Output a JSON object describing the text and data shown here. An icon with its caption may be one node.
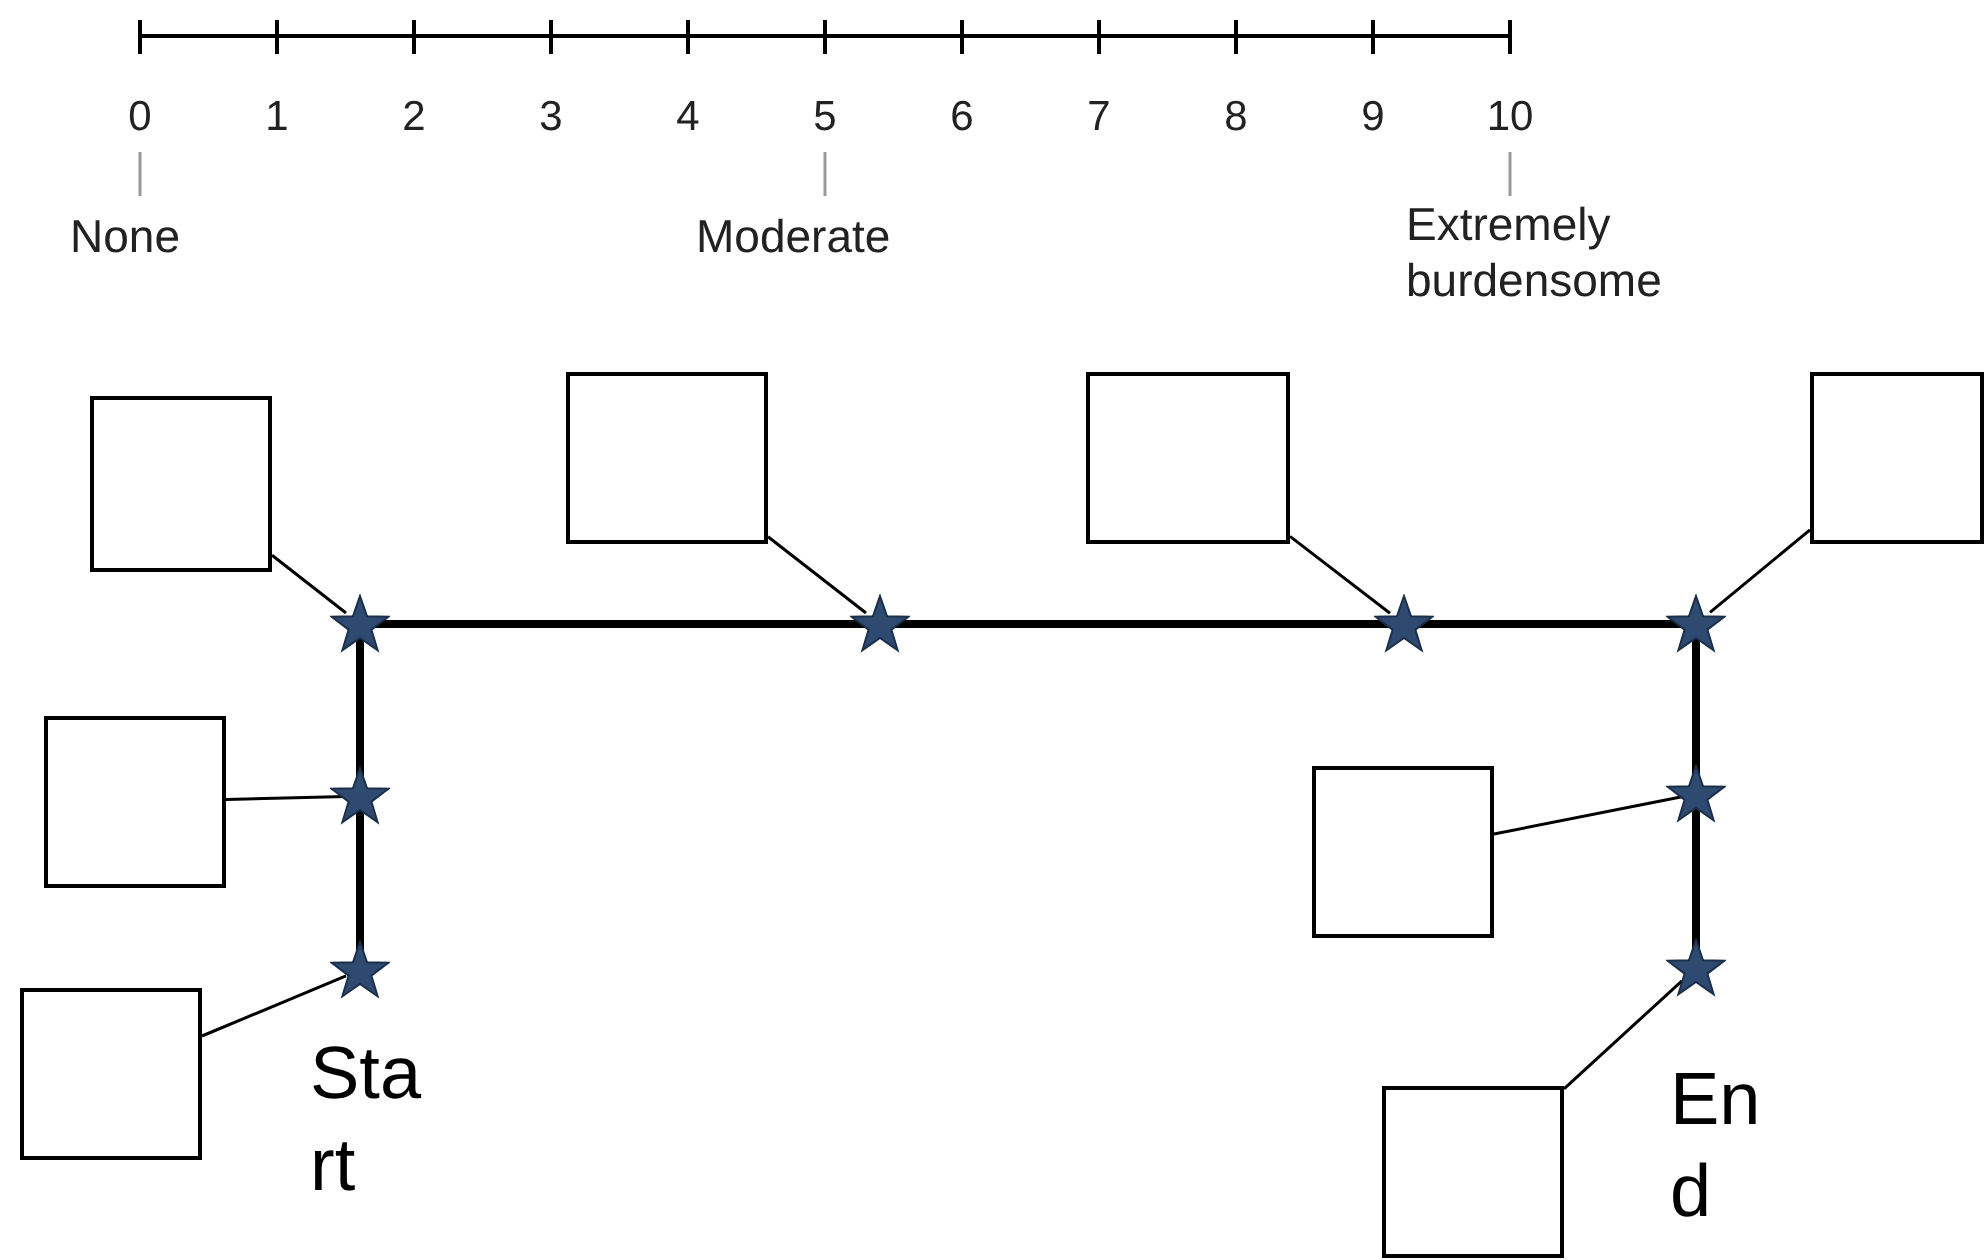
{
  "diagram": {
    "nodes": [
      {
        "text": [],
        "shape": "box"
      },
      {
        "text": [],
        "shape": "box"
      },
      {
        "text": [],
        "shape": "box"
      },
      {
        "text": [],
        "shape": "box"
      },
      {
        "text": [],
        "shape": "star"
      },
      {
        "text": [],
        "shape": "star"
      },
      {
        "text": [],
        "shape": "star"
      },
      {
        "text": [],
        "shape": "star"
      },
      {
        "text": [],
        "shape": "box"
      },
      {
        "text": [],
        "shape": "star"
      },
      {
        "text": [],
        "shape": "box"
      },
      {
        "text": [],
        "shape": "star"
      },
      {
        "text": [],
        "shape": "star",
        "beside": [
          "Start"
        ]
      },
      {
        "text": [],
        "shape": "box"
      },
      {
        "text": [],
        "shape": "star",
        "beside": [
          "End"
        ]
      },
      {
        "text": [],
        "shape": "box"
      }
    ],
    "edges": [
      {
        "from": 12,
        "to": 9,
        "arrow": "none",
        "style": "thick"
      },
      {
        "from": 9,
        "to": 4,
        "arrow": "none",
        "style": "thick"
      },
      {
        "from": 4,
        "to": 5,
        "arrow": "none",
        "style": "thick"
      },
      {
        "from": 5,
        "to": 6,
        "arrow": "none",
        "style": "thick"
      },
      {
        "from": 6,
        "to": 7,
        "arrow": "none",
        "style": "thick"
      },
      {
        "from": 7,
        "to": 11,
        "arrow": "none",
        "style": "thick"
      },
      {
        "from": 11,
        "to": 14,
        "arrow": "none",
        "style": "thick"
      },
      {
        "from": 0,
        "to": 4,
        "arrow": "none"
      },
      {
        "from": 1,
        "to": 5,
        "arrow": "none"
      },
      {
        "from": 2,
        "to": 6,
        "arrow": "none"
      },
      {
        "from": 3,
        "to": 7,
        "arrow": "none"
      },
      {
        "from": 8,
        "to": 9,
        "arrow": "none"
      },
      {
        "from": 10,
        "to": 11,
        "arrow": "none"
      },
      {
        "from": 13,
        "to": 12,
        "arrow": "none"
      },
      {
        "from": 15,
        "to": 14,
        "arrow": "none"
      }
    ],
    "labels": [
      "0",
      "1",
      "2",
      "3",
      "4",
      "5",
      "6",
      "7",
      "8",
      "9",
      "10",
      "None",
      "Moderate",
      "Extremely burdensome"
    ]
  }
}
